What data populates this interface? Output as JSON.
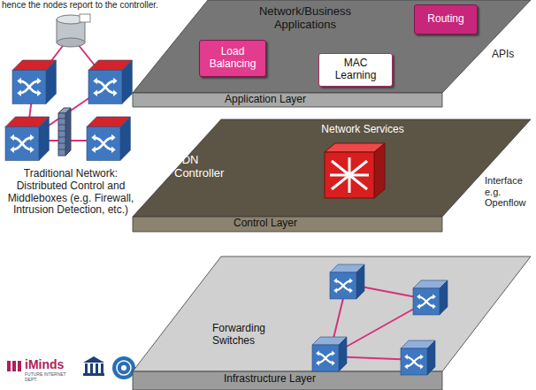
{
  "diagram": {
    "nodes": [
      {
        "text": [
          "Network/Business Applications",
          "Application Layer"
        ]
      },
      {
        "text": [
          "Routing"
        ],
        "in": 0
      },
      {
        "text": [
          "Load Balancing"
        ],
        "in": 0
      },
      {
        "text": [
          "MAC Learning"
        ],
        "in": 0
      },
      {
        "text": [
          "Network Services",
          "SDN Controller",
          "Control Layer"
        ]
      },
      {
        "text": [
          "Forwarding Switches",
          "Infrastructure Layer"
        ]
      }
    ],
    "labels": [
      "hence the nodes report to the controller.",
      "APIs",
      "Interface e.g. Openflow",
      "Traditional Network: Distributed Control and Middleboxes (e.g. Firewall, Intrusion Detection, etc.)",
      "iMinds",
      "FUTURE INTERNET DEPT."
    ]
  }
}
